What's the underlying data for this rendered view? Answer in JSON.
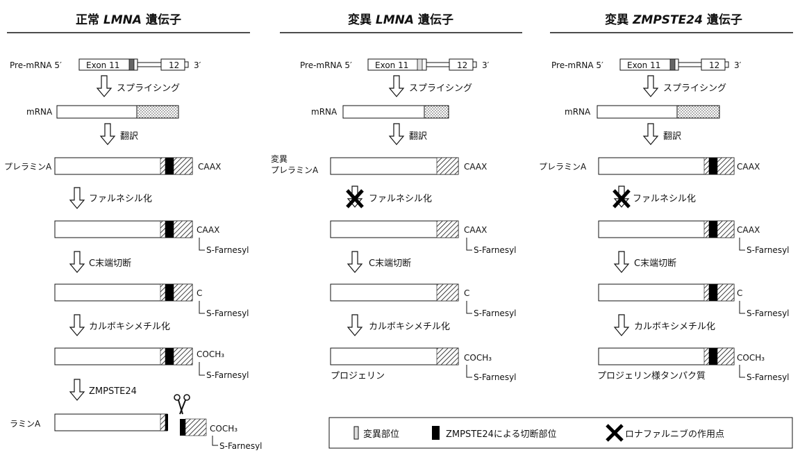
{
  "columns": [
    {
      "title_prefix": "正常 ",
      "title_gene": "LMNA",
      "title_suffix": " 遺伝子",
      "premrna_label": "Pre-mRNA 5′",
      "exon11": "Exon 11",
      "exon12": "12",
      "end3": "3′",
      "step_splicing": "スプライシング",
      "mrna_label": "mRNA",
      "step_translation": "翻訳",
      "prelamin_label": "プレラミンA",
      "caax": "CAAX",
      "step_farnesyl": "ファルネシル化",
      "caax2": "CAAX",
      "sfarnesyl1": "S-Farnesyl",
      "step_cleave": "C末端切断",
      "c_label": "C",
      "sfarnesyl2": "S-Farnesyl",
      "step_methyl": "カルボキシメチル化",
      "coch3": "COCH₃",
      "sfarnesyl3": "S-Farnesyl",
      "step_zmp": "ZMPSTE24",
      "laminA_label": "ラミンA",
      "coch3_cut": "COCH₃",
      "sfarnesyl4": "S-Farnesyl"
    },
    {
      "title_prefix": "変異 ",
      "title_gene": "LMNA",
      "title_suffix": " 遺伝子",
      "premrna_label": "Pre-mRNA 5′",
      "exon11": "Exon 11",
      "exon12": "12",
      "end3": "3′",
      "step_splicing": "スプライシング",
      "mrna_label": "mRNA",
      "step_translation": "翻訳",
      "prelamin_label_line1": "変異",
      "prelamin_label_line2": "プレラミンA",
      "caax": "CAAX",
      "step_farnesyl": "ファルネシル化",
      "caax2": "CAAX",
      "sfarnesyl1": "S-Farnesyl",
      "step_cleave": "C末端切断",
      "c_label": "C",
      "sfarnesyl2": "S-Farnesyl",
      "step_methyl": "カルボキシメチル化",
      "coch3": "COCH₃",
      "sfarnesyl3": "S-Farnesyl",
      "product_label": "プロジェリン"
    },
    {
      "title_prefix": "変異 ",
      "title_gene": "ZMPSTE24",
      "title_suffix": " 遺伝子",
      "premrna_label": "Pre-mRNA 5′",
      "exon11": "Exon 11",
      "exon12": "12",
      "end3": "3′",
      "step_splicing": "スプライシング",
      "mrna_label": "mRNA",
      "step_translation": "翻訳",
      "prelamin_label": "プレラミンA",
      "caax": "CAAX",
      "step_farnesyl": "ファルネシル化",
      "caax2": "CAAX",
      "sfarnesyl1": "S-Farnesyl",
      "step_cleave": "C末端切断",
      "c_label": "C",
      "sfarnesyl2": "S-Farnesyl",
      "step_methyl": "カルボキシメチル化",
      "coch3": "COCH₃",
      "sfarnesyl3": "S-Farnesyl",
      "product_label": "プロジェリン様タンパク質"
    }
  ],
  "legend": {
    "mutation_site": "変異部位",
    "cleavage_site": "ZMPSTE24による切断部位",
    "lonafarnib_site": "ロナファルニブの作用点"
  }
}
